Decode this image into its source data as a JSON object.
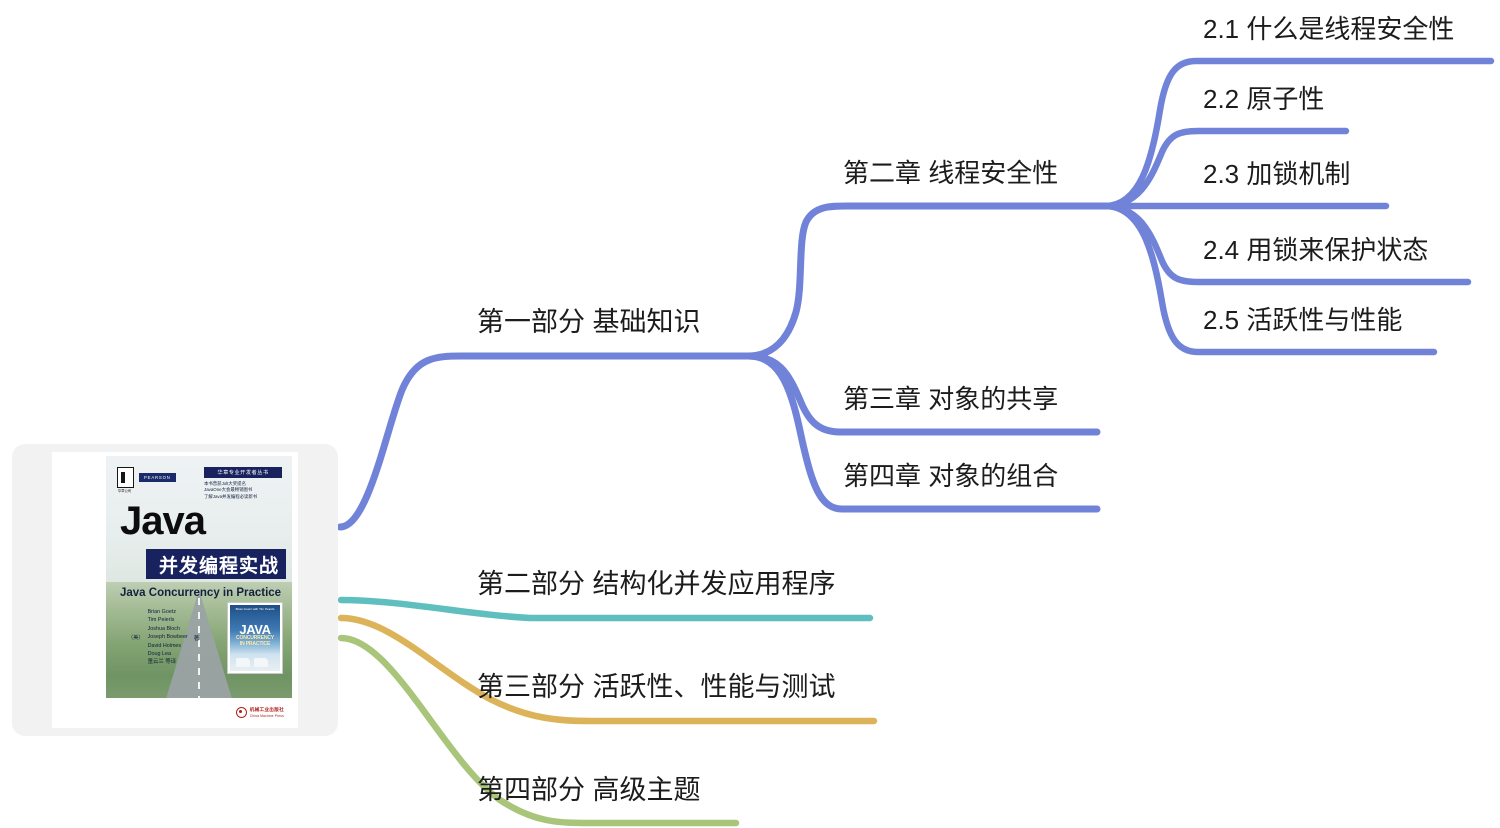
{
  "mindmap": {
    "root": {
      "name": "root-book-cover",
      "book": {
        "title_en": "Java",
        "title_cn": "并发编程实战",
        "subtitle": "Java Concurrency in Practice",
        "series_bar": "华章专业开发者丛书",
        "series_lines": [
          "本书曾获Jolt大奖提名",
          "JavaOne大会最畅销图书",
          "了解Java并发编程必读新书"
        ],
        "pearson_badge": "PEARSON",
        "publisher_mark_sub": "华章公司",
        "country_tag": "（美）",
        "authors": [
          "Brian Goetz",
          "Tim Peierls",
          "Joshua Bloch",
          "Joseph Bowbeer",
          "David Holmes",
          "Doug Lea"
        ],
        "translator": "童云兰 等译",
        "author_role": "著",
        "inset_top": "Brian Goetz with Tim Peierls",
        "inset_title": "JAVA",
        "inset_subtitle": "CONCURRENCY\nIN PRACTICE",
        "publisher_cn": "机械工业出版社",
        "publisher_en": "China Machine Press"
      }
    },
    "colors": {
      "blue": "#7183D8",
      "teal": "#5FBEBE",
      "gold": "#DCB358",
      "green": "#A8C57A",
      "text": "#1c1c1c"
    },
    "branches": [
      {
        "id": "part-1",
        "label": "第一部分 基础知识",
        "color": "#7183D8",
        "children": [
          {
            "id": "chapter-2",
            "label": "第二章 线程安全性",
            "color": "#7183D8",
            "children": [
              {
                "id": "section-2-1",
                "label": "2.1 什么是线程安全性",
                "color": "#7183D8"
              },
              {
                "id": "section-2-2",
                "label": "2.2 原子性",
                "color": "#7183D8"
              },
              {
                "id": "section-2-3",
                "label": "2.3 加锁机制",
                "color": "#7183D8"
              },
              {
                "id": "section-2-4",
                "label": "2.4 用锁来保护状态",
                "color": "#7183D8"
              },
              {
                "id": "section-2-5",
                "label": "2.5 活跃性与性能",
                "color": "#7183D8"
              }
            ]
          },
          {
            "id": "chapter-3",
            "label": "第三章 对象的共享",
            "color": "#7183D8",
            "children": []
          },
          {
            "id": "chapter-4",
            "label": "第四章 对象的组合",
            "color": "#7183D8",
            "children": []
          }
        ]
      },
      {
        "id": "part-2",
        "label": "第二部分 结构化并发应用程序",
        "color": "#5FBEBE",
        "children": []
      },
      {
        "id": "part-3",
        "label": "第三部分 活跃性、性能与测试",
        "color": "#DCB358",
        "children": []
      },
      {
        "id": "part-4",
        "label": "第四部分 高级主题",
        "color": "#A8C57A",
        "children": []
      }
    ]
  }
}
